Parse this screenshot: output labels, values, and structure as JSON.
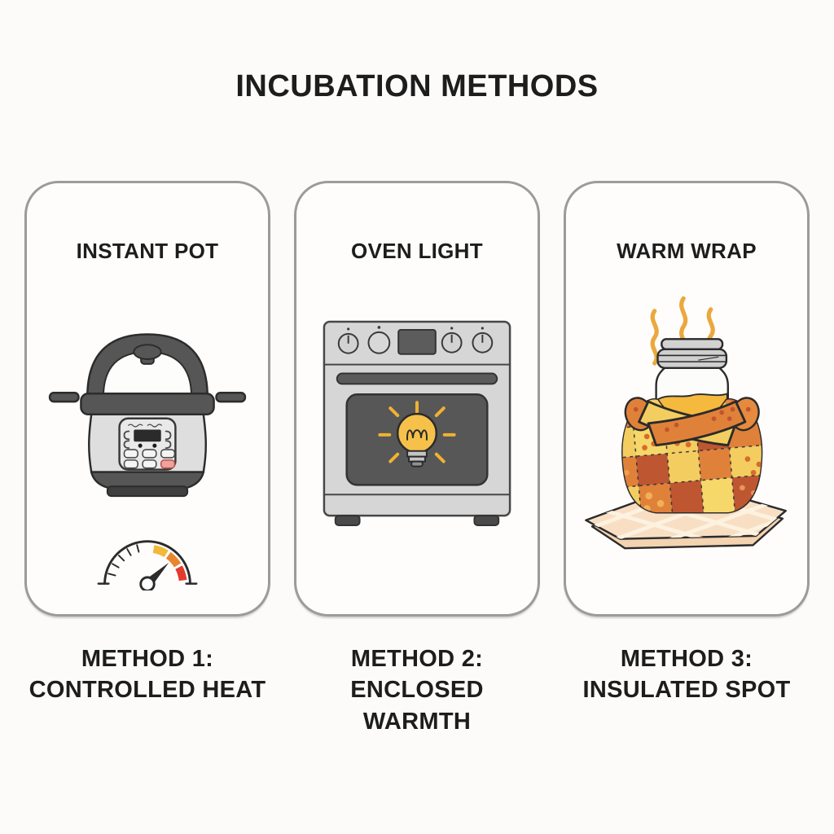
{
  "title": "INCUBATION METHODS",
  "cards": [
    {
      "heading": "INSTANT POT",
      "illustration": "instant-pot-with-temperature-gauge",
      "icons": [
        "instant-pot-icon",
        "temperature-gauge-icon"
      ],
      "method": {
        "line1": "METHOD 1:",
        "line2": "CONTROLLED HEAT"
      }
    },
    {
      "heading": "OVEN LIGHT",
      "illustration": "oven-with-glowing-light-bulb",
      "icons": [
        "oven-icon",
        "light-bulb-icon"
      ],
      "method": {
        "line1": "METHOD 2:",
        "line2": "ENCLOSED WARMTH"
      }
    },
    {
      "heading": "WARM WRAP",
      "illustration": "steaming-jar-wrapped-in-patchwork-quilt-on-plaid-cloth",
      "icons": [
        "steam-icon",
        "jar-icon",
        "quilt-wrap-icon",
        "plaid-cloth-icon"
      ],
      "method": {
        "line1": "METHOD 3:",
        "line2": "INSULATED SPOT"
      }
    }
  ],
  "colors": {
    "background": "#fcfbf9",
    "card_background": "#fefdfc",
    "card_border": "#9b9b9b",
    "text": "#1d1d1d",
    "outline_dark": "#2b2b2b",
    "appliance_dark_gray": "#565656",
    "appliance_light_gray": "#d6d6d6",
    "pot_red_button": "#efa39c",
    "bulb_yellow": "#f6c14b",
    "ray_yellow": "#f0b232",
    "steam_orange": "#eba83d",
    "gauge_yellow": "#f2b838",
    "gauge_orange": "#e8862e",
    "gauge_red": "#e23b2e",
    "liquid_amber": "#f5b93e",
    "quilt_yellow": "#f3cd5f",
    "quilt_orange": "#e0813a",
    "quilt_rust": "#bf5632",
    "cloth_peach": "#f8dfc4",
    "cloth_stripe": "#fdf2e0"
  }
}
